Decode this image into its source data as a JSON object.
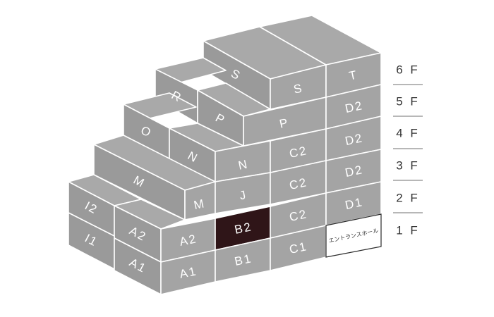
{
  "floors": [
    "6 F",
    "5 F",
    "4 F",
    "3 F",
    "2 F",
    "1 F"
  ],
  "blocks": {
    "S_top": "S",
    "S_front": "S",
    "T": "T",
    "R": "R",
    "P_top": "P",
    "P_front": "P",
    "D2_5": "D2",
    "O": "O",
    "N_side": "N",
    "N_front": "N",
    "C2_4": "C2",
    "D2_4": "D2",
    "M_top": "M",
    "M_front": "M",
    "J": "J",
    "C2_3": "C2",
    "D2_3": "D2",
    "I2": "I2",
    "A2_side": "A2",
    "A2_front": "A2",
    "B2": "B2",
    "C2_2": "C2",
    "D1": "D1",
    "I1": "I1",
    "A1_side": "A1",
    "A1_front": "A1",
    "B1": "B1",
    "C1": "C1",
    "entrance": "エントランスホール"
  },
  "colors": {
    "block": "#a4a4a4",
    "highlight": "#2f1518",
    "text": "#333333"
  }
}
